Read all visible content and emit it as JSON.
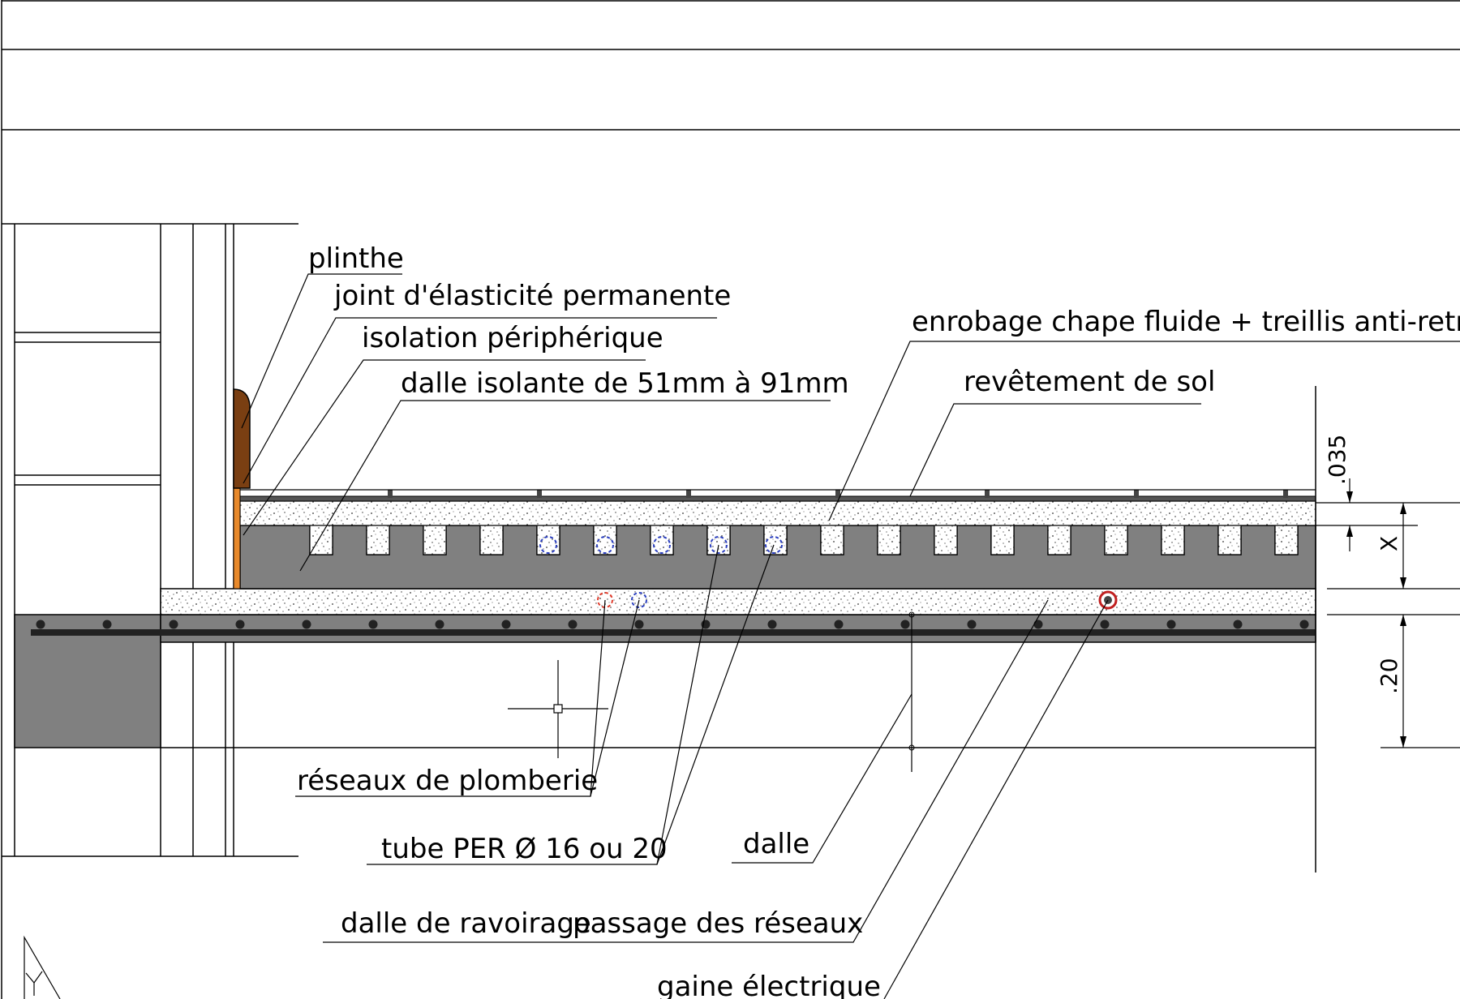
{
  "labels": {
    "plinthe": "plinthe",
    "joint": "joint d'élasticité permanente",
    "isolation": "isolation périphérique",
    "dalle_isolante": "dalle isolante de 51mm à 91mm",
    "enrobage": "enrobage chape fluide + treillis anti-retrait",
    "revetement": "revêtement de sol",
    "plomberie": "réseaux de plomberie",
    "tube": "tube PER Ø 16 ou 20",
    "dalle": "dalle",
    "ravoirage": "dalle de ravoirage",
    "passage": "passage des réseaux",
    "gaine": "gaine électrique"
  },
  "dimensions": {
    "top": ".035",
    "x": "X",
    "bottom": ".20"
  },
  "colors": {
    "insulation": "#808080",
    "plinth": "#7a3f12",
    "perimeter_insulation": "#e8892b",
    "plumbing_red": "#e03a2a",
    "plumbing_blue": "#2b3fbf"
  }
}
